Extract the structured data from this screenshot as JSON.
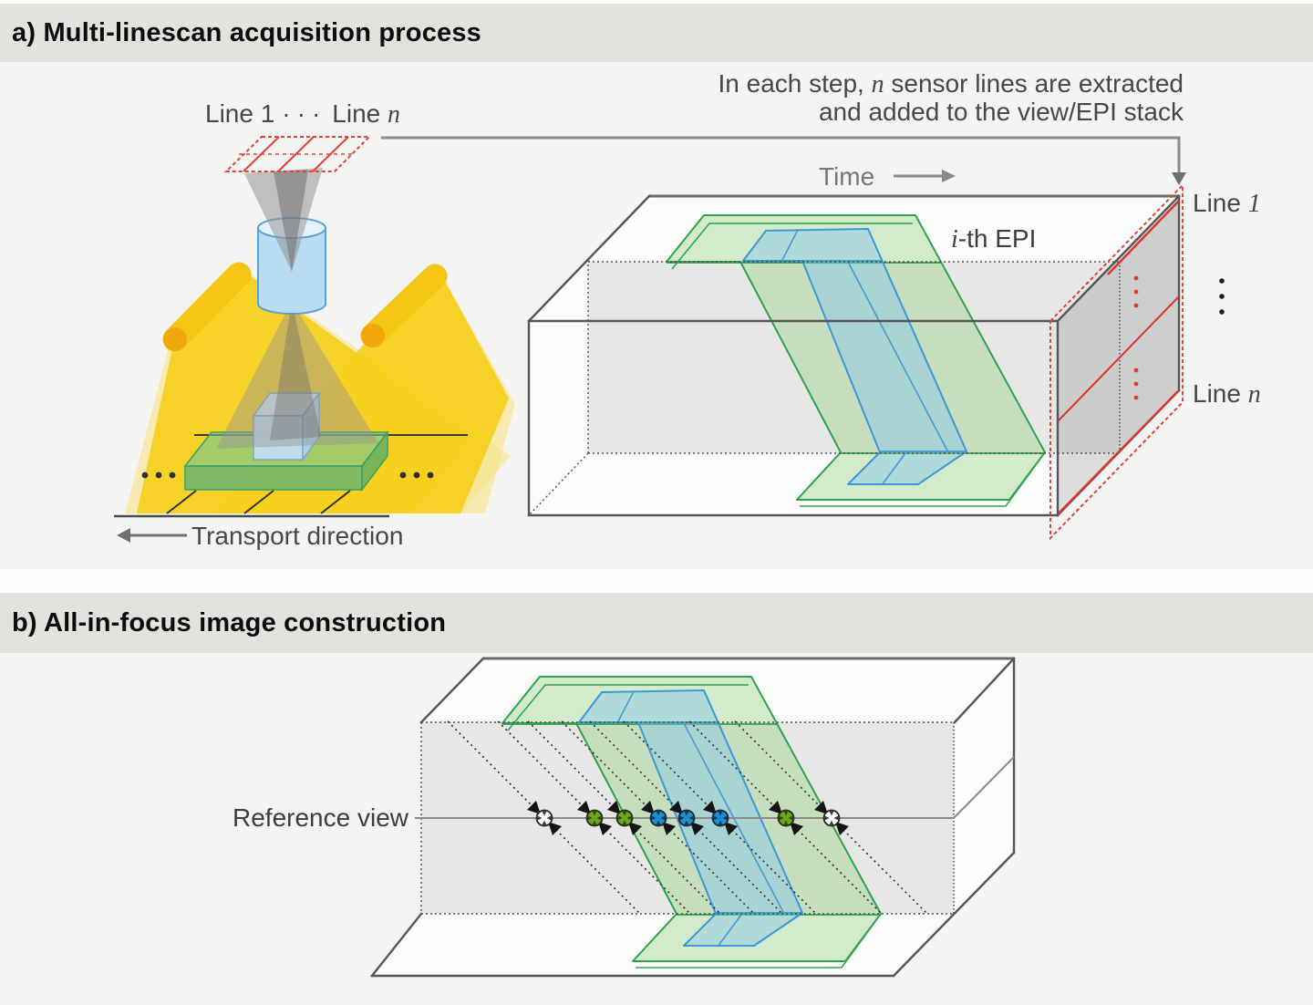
{
  "panel_a": {
    "title": "a) Multi-linescan acquisition process",
    "sensor_label": {
      "line1": "Line 1",
      "dots": "···",
      "line_prefix": "Line ",
      "n_var": "n"
    },
    "note": {
      "line1_pre": "In each step, ",
      "line1_var": "n",
      "line1_post": " sensor lines are extracted",
      "line2": "and added to the view/EPI stack"
    },
    "time_label": "Time",
    "epi_label": {
      "i_var": "i",
      "rest": "-th EPI"
    },
    "stack": {
      "line1_pre": "Line ",
      "line1_num": "1",
      "linen_pre": "Line ",
      "linen_var": "n",
      "vertical_ellipsis": "⋮"
    },
    "transport_label": "Transport direction",
    "conveyor_ellipsis": "···"
  },
  "panel_b": {
    "title": "b) All-in-focus image construction",
    "reference_label": "Reference view",
    "marker_sequence": [
      "white",
      "green",
      "green",
      "blue",
      "blue",
      "blue",
      "green",
      "white"
    ]
  },
  "colors": {
    "page_bg": "#f4f4f2",
    "band_bg": "#e2e2de",
    "sensor_red": "#e0413b",
    "stack_red": "#d9342e",
    "green_stroke": "#2ea24e",
    "blue_stroke": "#3d97d6",
    "beam_yellow": "#f6cf1b",
    "rod_cap_orange": "#f0a70c",
    "marker_green": "#6aa61f",
    "marker_blue": "#1f8ecd",
    "gray_band": "rgba(125,125,125,0.16)"
  }
}
